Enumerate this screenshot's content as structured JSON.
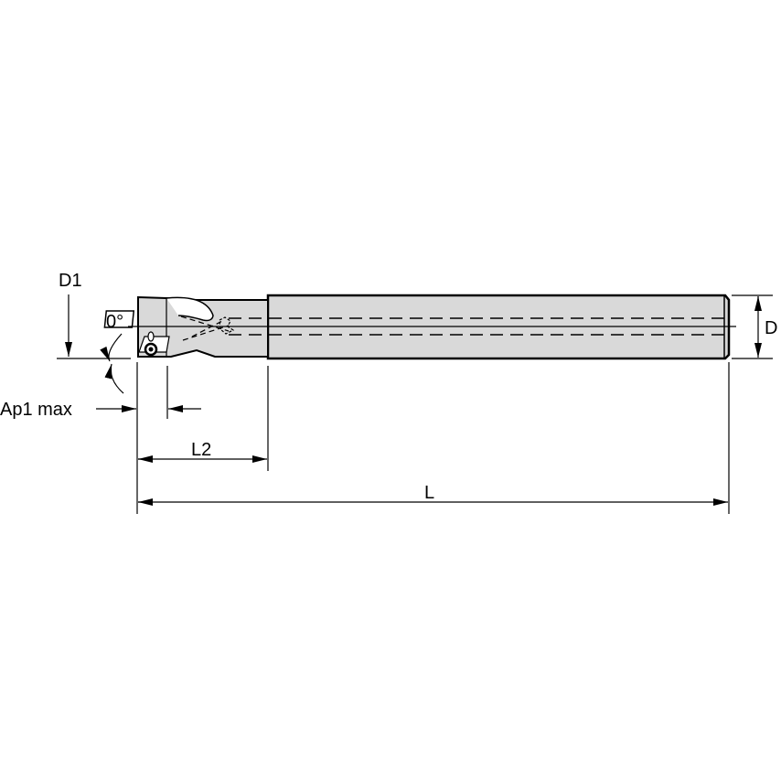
{
  "labels": {
    "d1": "D1",
    "angle": "0°",
    "ap1_max": "Ap1 max",
    "l2": "L2",
    "l": "L",
    "d": "D"
  },
  "colors": {
    "body_fill": "#d9d9d9",
    "line": "#000000"
  }
}
